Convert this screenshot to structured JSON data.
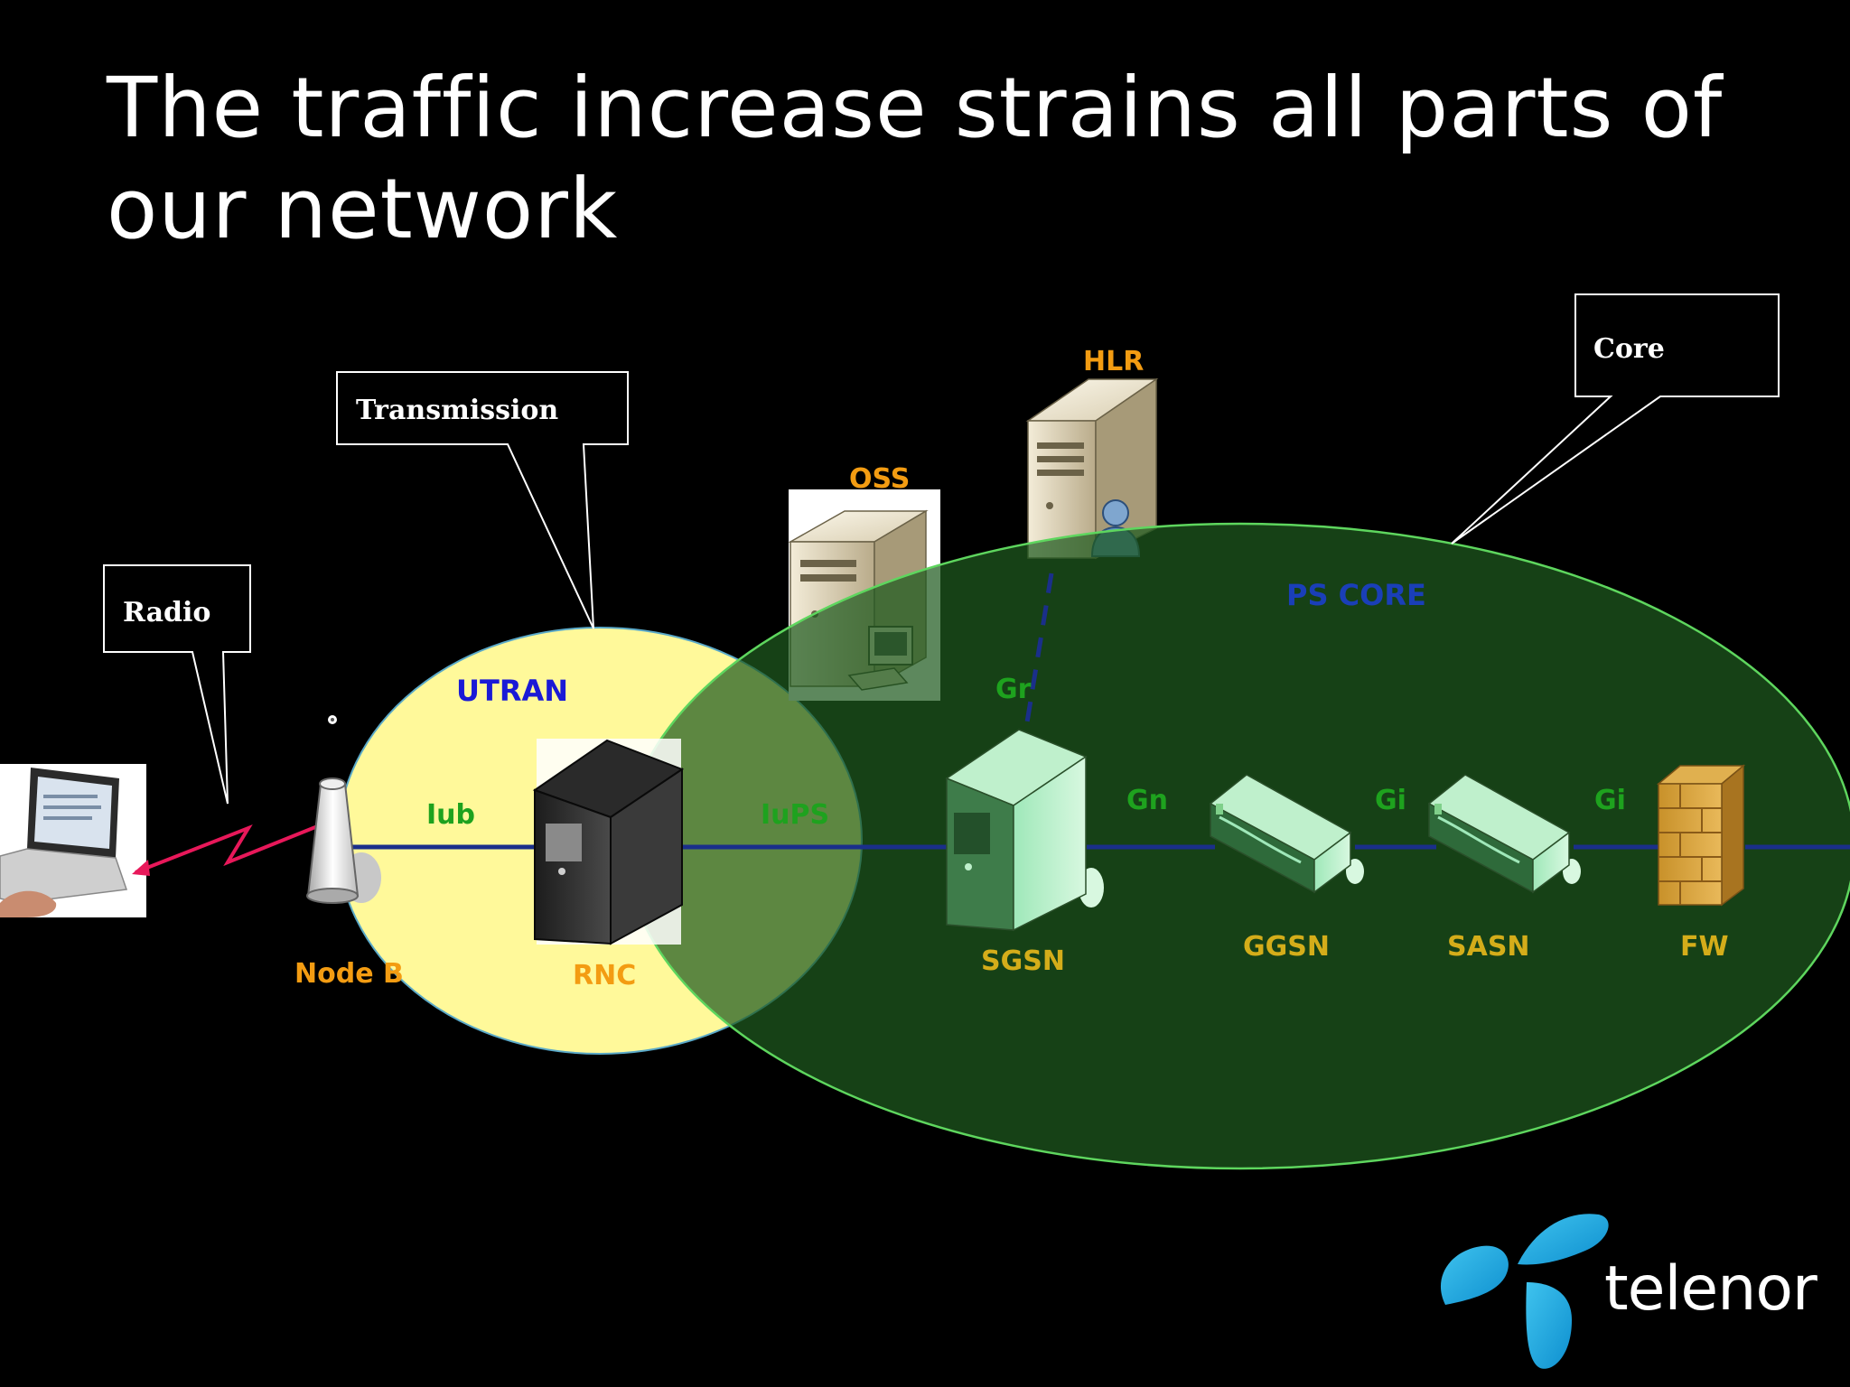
{
  "slide": {
    "title": "The traffic increase strains all parts of our network"
  },
  "callouts": {
    "radio": "Radio",
    "transmission": "Transmission",
    "core": "Core"
  },
  "regions": {
    "utran": "UTRAN",
    "ps_core": "PS CORE"
  },
  "nodes": {
    "node_b": "Node B",
    "rnc": "RNC",
    "oss": "OSS",
    "hlr": "HLR",
    "sgsn": "SGSN",
    "ggsn": "GGSN",
    "sasn": "SASN",
    "fw": "FW"
  },
  "interfaces": {
    "iub": "Iub",
    "iups": "IuPS",
    "gr": "Gr",
    "gn": "Gn",
    "gi_1": "Gi",
    "gi_2": "Gi"
  },
  "brand": {
    "name": "telenor"
  },
  "colors": {
    "background": "#000000",
    "utran_fill": "#fff99a",
    "core_fill": "#1e5a1e",
    "core_stroke": "#5ed65e",
    "node_label": "#f39c12",
    "interface_label": "#1ea21e",
    "region_label_utran": "#1a1ad6",
    "region_label_core": "#1a3fb8",
    "link": "#1a2f8a",
    "radio_link": "#e8185a",
    "brand_blue": "#1aa7e0"
  },
  "icons": {
    "laptop": "laptop-icon",
    "antenna": "antenna-icon",
    "server": "server-icon",
    "router": "router-icon",
    "firewall": "firewall-icon",
    "user": "user-icon",
    "logo": "telenor-logo-icon"
  }
}
